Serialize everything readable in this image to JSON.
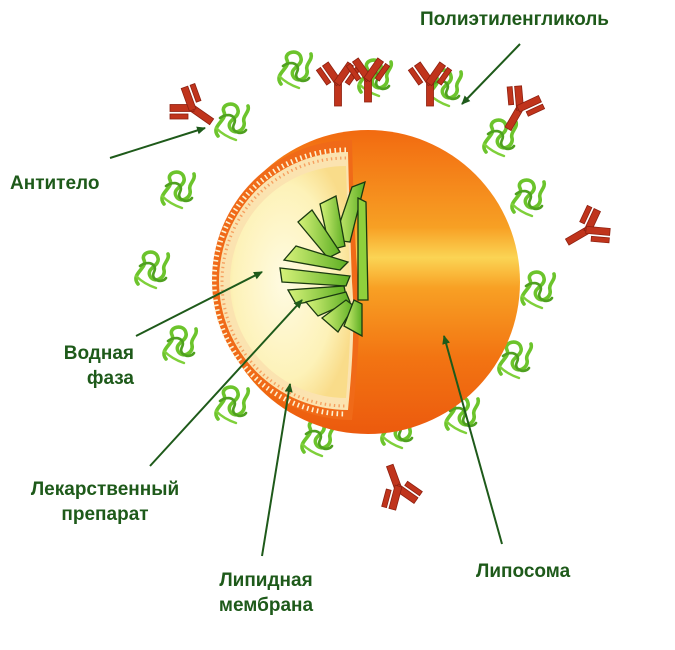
{
  "colors": {
    "label": "#1e5a1a",
    "arrow": "#1e5a1a",
    "peg": "#6cc42c",
    "peg_dark": "#3f8e18",
    "antibody": "#c0341c",
    "liposome_orange": "#f07a12",
    "liposome_band": "#fbd454",
    "membrane": "#ee5a1a",
    "aqueous": "#fdf6c8",
    "drug_light": "#c4ec5c",
    "drug_dark": "#4aa01e"
  },
  "icons": {
    "antibody": "antibody-icon",
    "peg": "peg-coil-icon",
    "drug": "drug-crystal-icon"
  },
  "labels": {
    "peg": "Полиэтиленгликоль",
    "antibody": "Антитело",
    "aqueous_line1": "Водная",
    "aqueous_line2": "фаза",
    "drug_line1": "Лекарственный",
    "drug_line2": "препарат",
    "membrane_line1": "Липидная",
    "membrane_line2": "мембрана",
    "liposome": "Липосома"
  }
}
